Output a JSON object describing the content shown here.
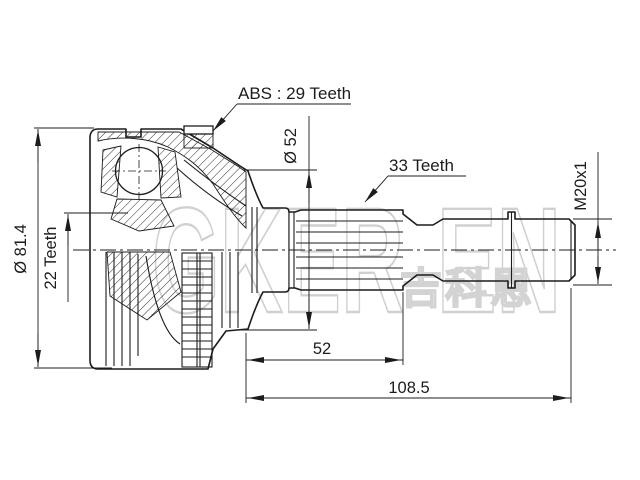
{
  "drawing": {
    "background": "#ffffff",
    "line_color": "#1c1c1c",
    "annotations": {
      "abs_ring": "ABS : 29 Teeth",
      "outer_spline": "33 Teeth",
      "inner_spline": "22 Teeth",
      "thread": "M20x1",
      "outer_diameter": "Ø 81.4",
      "boot_diameter": "Ø 52",
      "spline_length": "52",
      "overall_length": "108.5"
    },
    "watermark": {
      "part1": "GKER",
      "part2": "EN",
      "cjk": "吉科恩",
      "color": "#c8c8c8"
    }
  }
}
